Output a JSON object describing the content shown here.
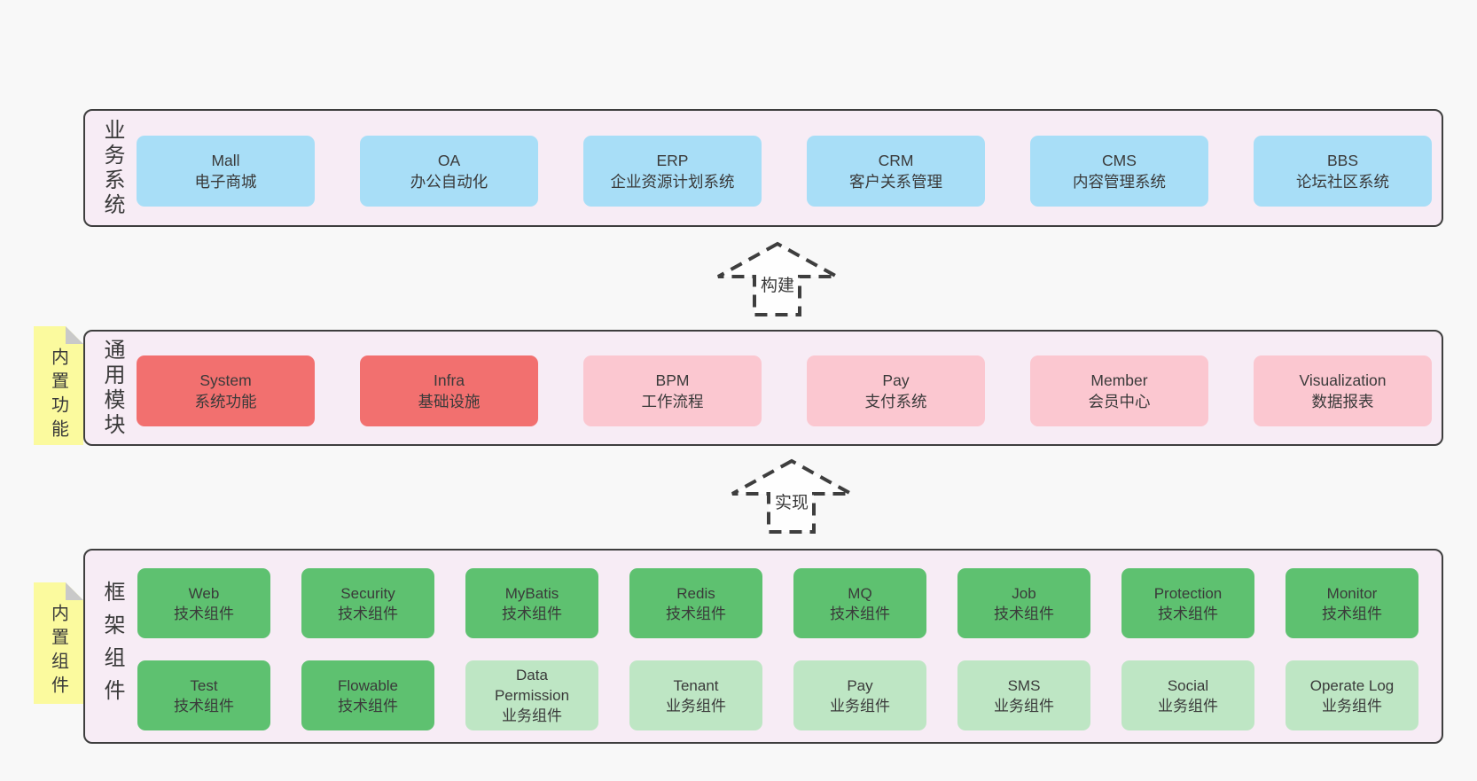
{
  "diagram": {
    "colors": {
      "page_bg": "#f8f8f8",
      "panel_bg": "#f7ecf5",
      "panel_border": "#3e3e3e",
      "text": "#3a3a3a",
      "blue": "#a8def7",
      "red": "#f2706f",
      "pink": "#fbc7d0",
      "green_dark": "#5ec170",
      "green_light": "#bee6c4",
      "note_yellow": "#fbfa9e",
      "note_fold": "#c9c9c9",
      "arrow_fill": "#fefefe"
    },
    "arrows": [
      {
        "label": "构建"
      },
      {
        "label": "实现"
      }
    ],
    "layers": [
      {
        "side_label": "业务系统",
        "boxes": [
          {
            "title": "Mall",
            "subtitle": "电子商城",
            "variant": "blue"
          },
          {
            "title": "OA",
            "subtitle": "办公自动化",
            "variant": "blue"
          },
          {
            "title": "ERP",
            "subtitle": "企业资源计划系统",
            "variant": "blue"
          },
          {
            "title": "CRM",
            "subtitle": "客户关系管理",
            "variant": "blue"
          },
          {
            "title": "CMS",
            "subtitle": "内容管理系统",
            "variant": "blue"
          },
          {
            "title": "BBS",
            "subtitle": "论坛社区系统",
            "variant": "blue"
          }
        ]
      },
      {
        "side_label": "通用模块",
        "note": "内置功能",
        "boxes": [
          {
            "title": "System",
            "subtitle": "系统功能",
            "variant": "red"
          },
          {
            "title": "Infra",
            "subtitle": "基础设施",
            "variant": "red"
          },
          {
            "title": "BPM",
            "subtitle": "工作流程",
            "variant": "pink"
          },
          {
            "title": "Pay",
            "subtitle": "支付系统",
            "variant": "pink"
          },
          {
            "title": "Member",
            "subtitle": "会员中心",
            "variant": "pink"
          },
          {
            "title": "Visualization",
            "subtitle": "数据报表",
            "variant": "pink"
          }
        ]
      },
      {
        "side_label": "框架组件",
        "note": "内置组件",
        "rows": [
          [
            {
              "title": "Web",
              "subtitle": "技术组件",
              "variant": "green_dark"
            },
            {
              "title": "Security",
              "subtitle": "技术组件",
              "variant": "green_dark"
            },
            {
              "title": "MyBatis",
              "subtitle": "技术组件",
              "variant": "green_dark"
            },
            {
              "title": "Redis",
              "subtitle": "技术组件",
              "variant": "green_dark"
            },
            {
              "title": "MQ",
              "subtitle": "技术组件",
              "variant": "green_dark"
            },
            {
              "title": "Job",
              "subtitle": "技术组件",
              "variant": "green_dark"
            },
            {
              "title": "Protection",
              "subtitle": "技术组件",
              "variant": "green_dark"
            },
            {
              "title": "Monitor",
              "subtitle": "技术组件",
              "variant": "green_dark"
            }
          ],
          [
            {
              "title": "Test",
              "subtitle": "技术组件",
              "variant": "green_dark"
            },
            {
              "title": "Flowable",
              "subtitle": "技术组件",
              "variant": "green_dark"
            },
            {
              "title": "Data Permission",
              "subtitle": "业务组件",
              "variant": "green_light"
            },
            {
              "title": "Tenant",
              "subtitle": "业务组件",
              "variant": "green_light"
            },
            {
              "title": "Pay",
              "subtitle": "业务组件",
              "variant": "green_light"
            },
            {
              "title": "SMS",
              "subtitle": "业务组件",
              "variant": "green_light"
            },
            {
              "title": "Social",
              "subtitle": "业务组件",
              "variant": "green_light"
            },
            {
              "title": "Operate Log",
              "subtitle": "业务组件",
              "variant": "green_light"
            }
          ]
        ]
      }
    ]
  }
}
